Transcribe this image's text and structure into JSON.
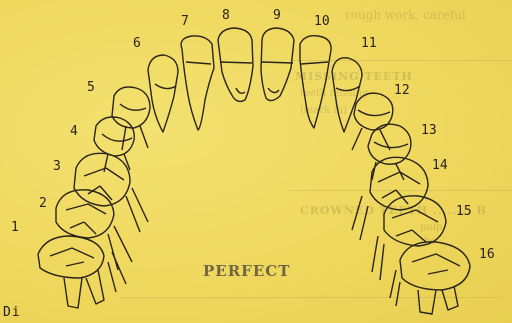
{
  "background_color": "#f0dc62",
  "ink_color": "#2b241c",
  "ghost_text": {
    "line1": "rough work, careful",
    "line2": "MISSING TEETH",
    "line3": "teeth missing",
    "line4": "(mark in)",
    "line5": "CROWNED TEETH ........ B",
    "line6": "pulp,",
    "line7": "the"
  },
  "tooth_numbers": [
    "1",
    "2",
    "3",
    "4",
    "5",
    "6",
    "7",
    "8",
    "9",
    "10",
    "11",
    "12",
    "13",
    "14",
    "15",
    "16"
  ],
  "caption": "PERFECT",
  "bottom_line": "Di"
}
